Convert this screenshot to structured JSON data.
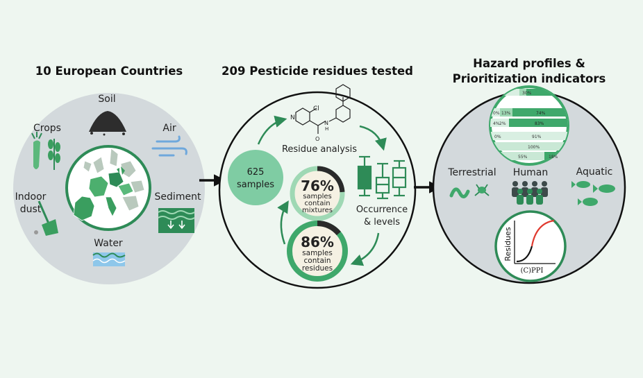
{
  "panel1": {
    "title": "10 European Countries",
    "labels": {
      "soil": "Soil",
      "crops": "Crops",
      "air": "Air",
      "indoor_line1": "Indoor",
      "indoor_line2": "dust",
      "sediment": "Sediment",
      "water": "Water"
    }
  },
  "panel2": {
    "title": "209 Pesticide residues tested",
    "samples_line1": "625",
    "samples_line2": "samples",
    "residue_analysis": "Residue analysis",
    "occurrence_line1": "Occurrence",
    "occurrence_line2": "& levels",
    "pct_mixtures": "76%",
    "mixtures_line1": "samples",
    "mixtures_line2": "contain",
    "mixtures_line3": "mixtures",
    "pct_residues": "86%",
    "residues_line1": "samples",
    "residues_line2": "contain",
    "residues_line3": "residues",
    "molecule_cl": "Cl",
    "molecule_n": "N",
    "molecule_h": "H",
    "molecule_o": "O",
    "mixtures_fraction": 0.76,
    "residues_fraction": 0.86
  },
  "panel3": {
    "title_line1": "Hazard profiles &",
    "title_line2": "Prioritization indicators",
    "terrestrial": "Terrestrial",
    "human": "Human",
    "aquatic": "Aquatic",
    "curve_ylabel": "Residues",
    "curve_xlabel": "(C)PPI",
    "bar_rows": [
      [
        "30%"
      ],
      [
        "0%",
        "13%",
        "74%"
      ],
      [
        "4%",
        "2%",
        "83%"
      ],
      [
        "0%",
        "91%"
      ],
      [
        "100%"
      ],
      [
        "55%",
        "18%"
      ]
    ]
  },
  "colors": {
    "background": "#eef6f0",
    "circle_fill": "#d2d8dc",
    "green_dark": "#2e8b57",
    "green_mid": "#3fa86b",
    "green_light": "#9fd8b4",
    "accent_red": "#e03a2f"
  }
}
